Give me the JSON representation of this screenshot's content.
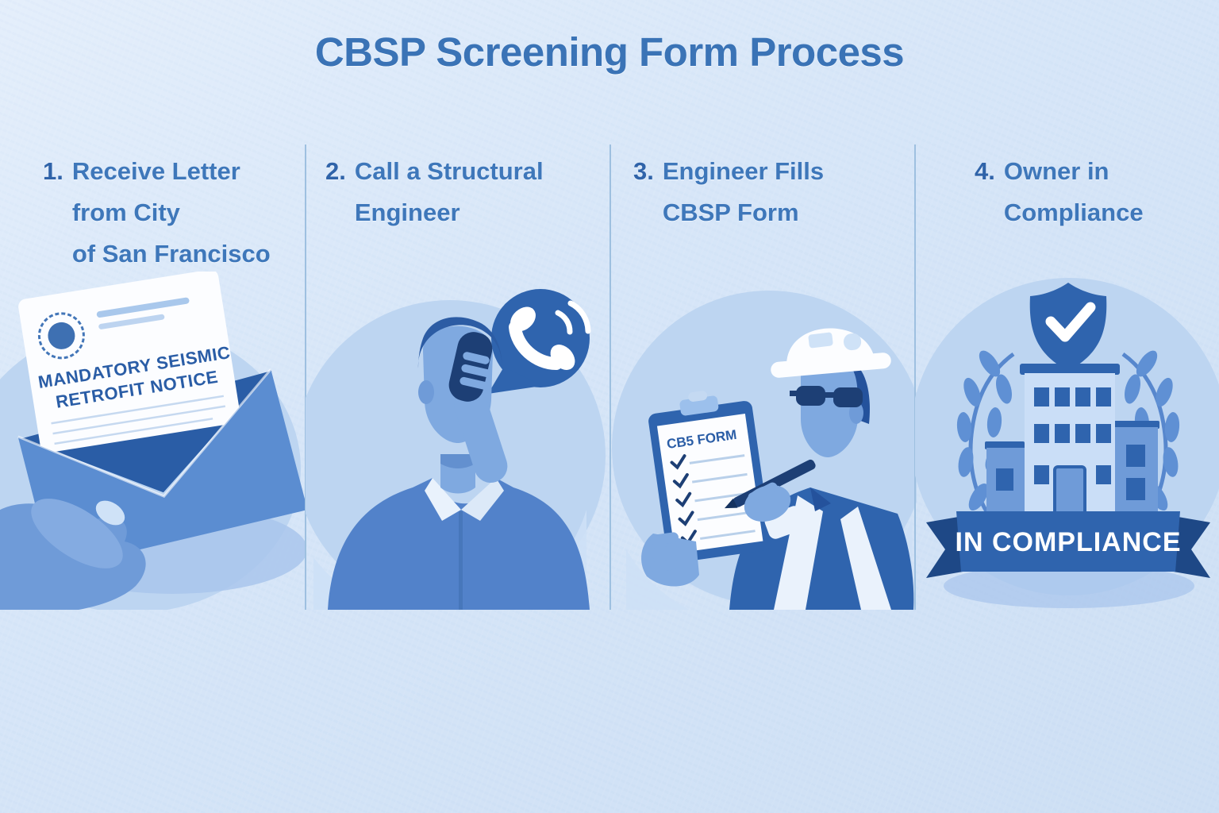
{
  "title": "CBSP Screening Form Process",
  "steps": [
    {
      "num": "1.",
      "label": "Receive Letter\nfrom City\nof San Francisco",
      "illustration": "hand-holding-envelope-with-notice"
    },
    {
      "num": "2.",
      "label": "Call a Structural\nEngineer",
      "illustration": "man-calling-on-phone"
    },
    {
      "num": "3.",
      "label": "Engineer Fills\nCBSP Form",
      "illustration": "engineer-writing-on-clipboard"
    },
    {
      "num": "4.",
      "label": "Owner in\nCompliance",
      "illustration": "building-with-shield-and-laurels"
    }
  ],
  "letter": {
    "line1": "MANDATORY SEISMIC",
    "line2": "RETROFIT NOTICE"
  },
  "clipboard": {
    "title": "CB5 FORM"
  },
  "banner": {
    "text": "IN COMPLIANCE"
  },
  "icons": [
    "seal-icon",
    "phone-handset-icon",
    "signal-waves-icon",
    "speech-bubble",
    "checkmark-icon",
    "shield-check-icon",
    "laurel-wreath-icon",
    "building-icon",
    "hard-hat-icon",
    "glasses-icon",
    "pen-icon",
    "clipboard-icon",
    "envelope-icon"
  ],
  "colors": {
    "background": "#d7e6f8",
    "title_blue": "#3a73b6",
    "heading_blue": "#3e77ba",
    "divider": "#9ec0e0",
    "backdrop_circle": "#bdd5f1",
    "medium_blue": "#5b8dd1",
    "deep_blue": "#2f64ae",
    "navy": "#1d3f75",
    "paper_white": "#fcfdff",
    "banner_text": "#ffffff"
  }
}
